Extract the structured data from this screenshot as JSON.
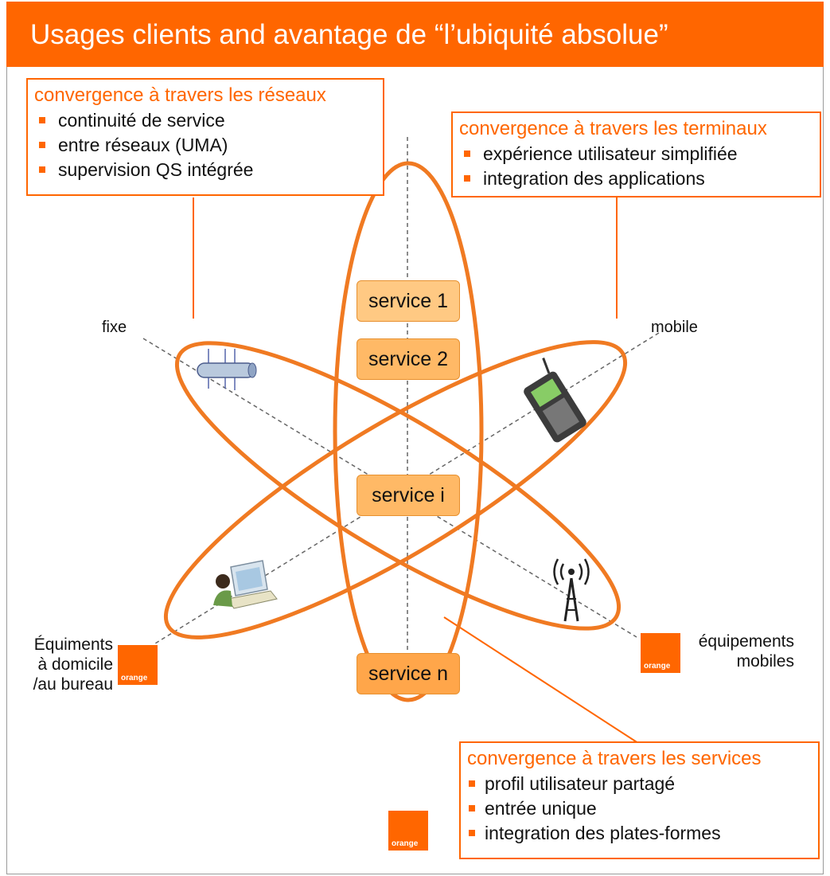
{
  "title": "Usages clients and avantage de “l’ubiquité absolue”",
  "colors": {
    "accent": "#ff6600",
    "service_box": "#ffb966",
    "axis": "#666666"
  },
  "boxes": {
    "networks": {
      "title": "convergence à travers les réseaux",
      "items": [
        "continuité de service",
        "entre réseaux (UMA)",
        "supervision QS intégrée"
      ]
    },
    "terminals": {
      "title": "convergence à travers les terminaux",
      "items": [
        "expérience utilisateur simplifiée",
        "integration des applications"
      ]
    },
    "services": {
      "title": "convergence à travers les services",
      "items": [
        "profil utilisateur partagé",
        "entrée unique",
        "integration des plates-formes"
      ]
    }
  },
  "services": [
    "service 1",
    "service 2",
    "service i",
    "service n"
  ],
  "axes": {
    "fixe": "fixe",
    "mobile": "mobile",
    "home": [
      "Équiments",
      "à domicile",
      "/au bureau"
    ],
    "mobile_equipment": [
      "équipements",
      "mobiles"
    ]
  },
  "logo_text": "orange",
  "icons": [
    "network-cable-icon",
    "mobile-phone-icon",
    "antenna-tower-icon",
    "desktop-computer-user-icon"
  ]
}
